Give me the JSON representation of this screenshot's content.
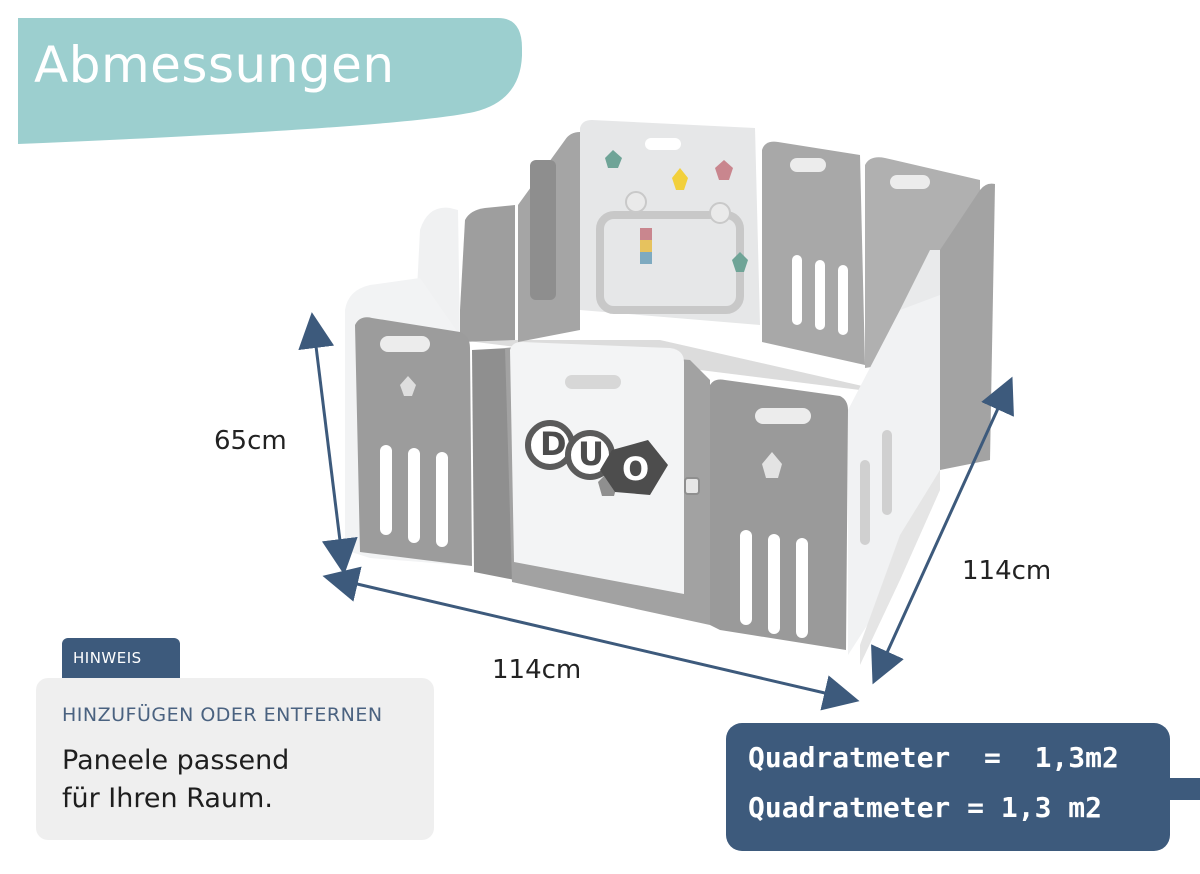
{
  "title": "Abmessungen",
  "dimensions": {
    "height": "65cm",
    "width": "114cm",
    "depth": "114cm"
  },
  "product": {
    "logo_text": "DUO"
  },
  "note": {
    "tab_label": "HINWEIS",
    "heading": "HINZUFÜGEN ODER ENTFERNEN",
    "body_line1": "Paneele passend",
    "body_line2": "für Ihren Raum."
  },
  "area": {
    "line1": "Quadratmeter  =  1,3m2",
    "line2": "Quadratmeter = 1,3 m2"
  },
  "colors": {
    "banner": "#9ccfcf",
    "accent": "#3d5a7c",
    "panel_grey": "#a9a9a9",
    "panel_white": "#f4f5f6"
  }
}
